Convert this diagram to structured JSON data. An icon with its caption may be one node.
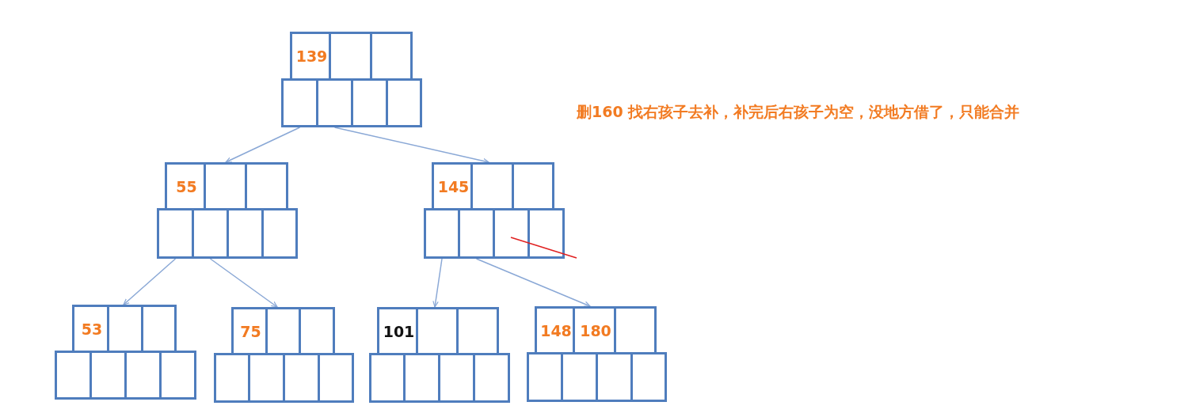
{
  "diagram": {
    "nodes": [
      {
        "text": [],
        "shape": "box"
      },
      {
        "text": [
          "139"
        ],
        "in": 0
      },
      {
        "text": [],
        "shape": "box",
        "in": 0
      },
      {
        "text": [],
        "shape": "box",
        "in": 0
      },
      {
        "text": [],
        "shape": "box"
      },
      {
        "text": [],
        "shape": "box"
      },
      {
        "text": [],
        "shape": "box"
      },
      {
        "text": [],
        "shape": "box"
      },
      {
        "text": [],
        "shape": "box"
      },
      {
        "text": [
          "55"
        ],
        "in": 8
      },
      {
        "text": [],
        "shape": "box",
        "in": 8
      },
      {
        "text": [],
        "shape": "box",
        "in": 8
      },
      {
        "text": [],
        "shape": "box"
      },
      {
        "text": [],
        "shape": "box"
      },
      {
        "text": [],
        "shape": "box"
      },
      {
        "text": [],
        "shape": "box"
      },
      {
        "text": [],
        "shape": "box"
      },
      {
        "text": [
          "145"
        ],
        "in": 16
      },
      {
        "text": [],
        "shape": "box",
        "in": 16
      },
      {
        "text": [],
        "shape": "box",
        "in": 16
      },
      {
        "text": [],
        "shape": "box"
      },
      {
        "text": [],
        "shape": "box"
      },
      {
        "text": [],
        "shape": "box"
      },
      {
        "text": [],
        "shape": "box"
      },
      {
        "text": [],
        "shape": "box"
      },
      {
        "text": [
          "53"
        ],
        "in": 24
      },
      {
        "text": [],
        "shape": "box",
        "in": 24
      },
      {
        "text": [],
        "shape": "box",
        "in": 24
      },
      {
        "text": [],
        "shape": "box"
      },
      {
        "text": [],
        "shape": "box"
      },
      {
        "text": [],
        "shape": "box"
      },
      {
        "text": [],
        "shape": "box"
      },
      {
        "text": [],
        "shape": "box"
      },
      {
        "text": [
          "75"
        ],
        "in": 32
      },
      {
        "text": [],
        "shape": "box",
        "in": 32
      },
      {
        "text": [],
        "shape": "box",
        "in": 32
      },
      {
        "text": [],
        "shape": "box"
      },
      {
        "text": [],
        "shape": "box"
      },
      {
        "text": [],
        "shape": "box"
      },
      {
        "text": [],
        "shape": "box"
      },
      {
        "text": [],
        "shape": "box"
      },
      {
        "text": [
          "101"
        ],
        "in": 40
      },
      {
        "text": [],
        "shape": "box",
        "in": 40
      },
      {
        "text": [],
        "shape": "box",
        "in": 40
      },
      {
        "text": [],
        "shape": "box"
      },
      {
        "text": [],
        "shape": "box"
      },
      {
        "text": [],
        "shape": "box"
      },
      {
        "text": [],
        "shape": "box"
      },
      {
        "text": [],
        "shape": "box"
      },
      {
        "text": [
          "148"
        ],
        "in": 48
      },
      {
        "text": [
          "180"
        ],
        "in": 48
      },
      {
        "text": [],
        "shape": "box",
        "in": 48
      },
      {
        "text": [],
        "shape": "box"
      },
      {
        "text": [],
        "shape": "box"
      },
      {
        "text": [],
        "shape": "box"
      },
      {
        "text": [],
        "shape": "box"
      }
    ],
    "edges": [
      {
        "from": 4,
        "to": 8,
        "arrow": "to"
      },
      {
        "from": 5,
        "to": 16,
        "arrow": "to"
      },
      {
        "from": 12,
        "to": 24,
        "arrow": "to"
      },
      {
        "from": 13,
        "to": 32,
        "arrow": "to"
      },
      {
        "from": 20,
        "to": 40,
        "arrow": "to"
      },
      {
        "from": 21,
        "to": 48,
        "arrow": "to"
      }
    ],
    "labels": [
      "删160  找右孩子去补，补完后右孩子为空，没地方借了，只能合并"
    ]
  }
}
